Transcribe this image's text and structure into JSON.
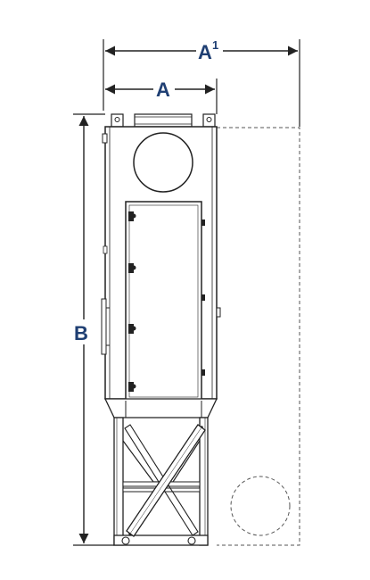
{
  "dimensions": {
    "a1": {
      "label": "A",
      "superscript": "1"
    },
    "a": {
      "label": "A"
    },
    "b": {
      "label": "B"
    }
  },
  "colors": {
    "dimension_text": "#1f3f73",
    "line": "#222222",
    "outline_dashed": "#555555"
  }
}
